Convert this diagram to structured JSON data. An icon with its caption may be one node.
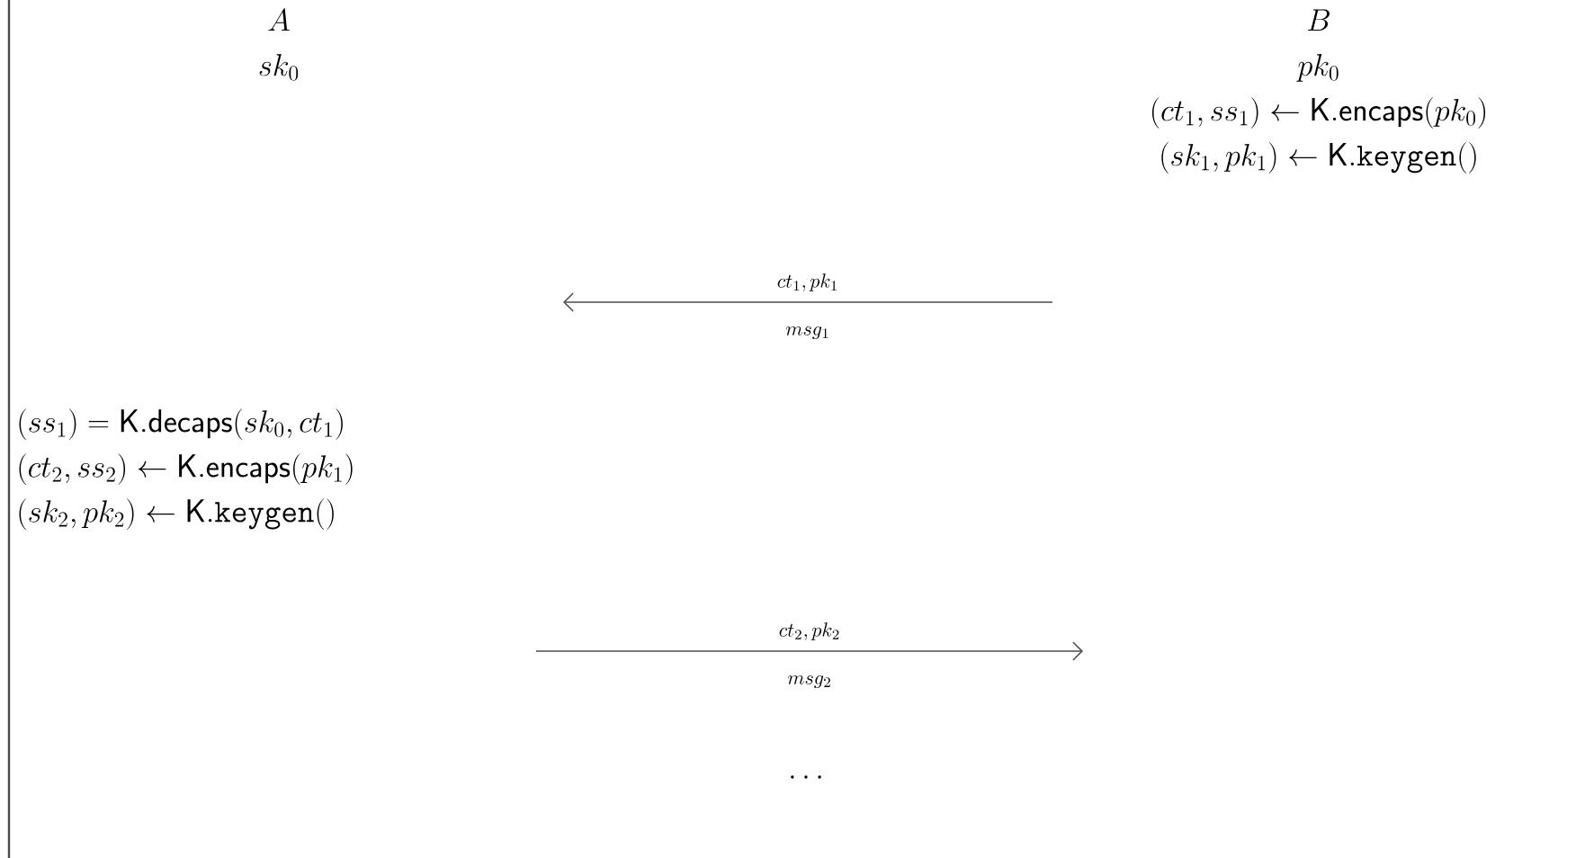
{
  "diagram": {
    "nodes": [
      {
        "text": [
          "A",
          "sk_0"
        ]
      },
      {
        "text": [
          "B",
          "pk_0",
          "(ct_1, ss_1) \\leftarrow \\mathsf{K}.\\mathsf{encaps}(pk_0)",
          "(sk_1, pk_1) \\leftarrow \\mathsf{K}.\\mathtt{keygen}()"
        ]
      },
      {
        "text": [
          "(ss_1) = \\mathsf{K}.\\mathsf{decaps}(sk_0, ct_1)",
          "(ct_2, ss_2) \\leftarrow \\mathsf{K}.\\mathsf{encaps}(pk_1)",
          "(sk_2, pk_2) \\leftarrow \\mathsf{K}.\\mathtt{keygen}()"
        ]
      }
    ],
    "labels": [
      "ct_1 , pk_1",
      "msg_1",
      "ct_2 , pk_2",
      "msg_2",
      "\\dots"
    ]
  }
}
